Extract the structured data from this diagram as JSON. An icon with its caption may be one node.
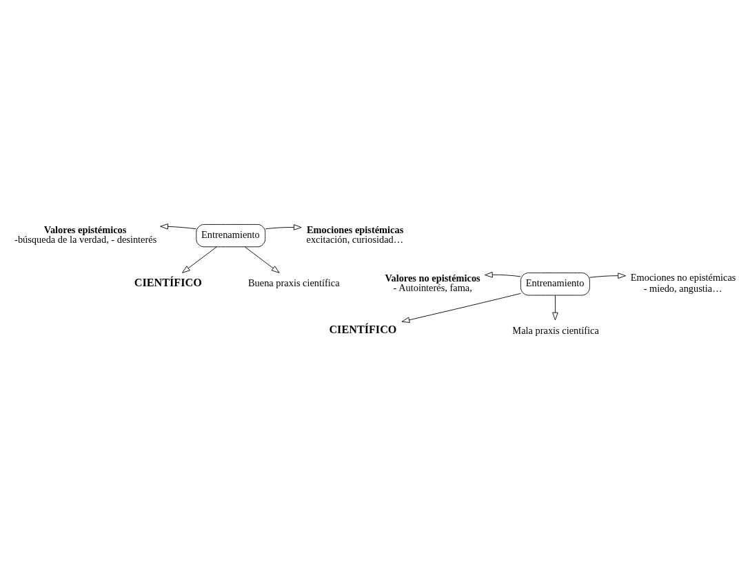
{
  "diagram": {
    "nodes": [
      {
        "text": [
          "CIENTÍFICO"
        ]
      },
      {
        "text": [
          "Valores epistémicos",
          "-búsqueda de la verdad, - desinterés"
        ]
      },
      {
        "text": [
          "Entrenamiento"
        ]
      },
      {
        "text": [
          "Emociones epistémicas",
          "excitación, curiosidad…"
        ]
      },
      {
        "text": [
          "Buena praxis científica"
        ]
      },
      {
        "text": [
          "CIENTÍFICO"
        ]
      },
      {
        "text": [
          "Valores no epistémicos",
          "- Autointerés, fama,"
        ]
      },
      {
        "text": [
          "Entrenamiento"
        ]
      },
      {
        "text": [
          "Emociones no epistémicas",
          "- miedo, angustia…"
        ]
      },
      {
        "text": [
          "Mala praxis científica"
        ]
      }
    ],
    "edges": [
      {
        "from": 2,
        "to": 0,
        "arrow": "to"
      },
      {
        "from": 2,
        "to": 1,
        "arrow": "to"
      },
      {
        "from": 2,
        "to": 3,
        "arrow": "to"
      },
      {
        "from": 2,
        "to": 4,
        "arrow": "to"
      },
      {
        "from": 7,
        "to": 5,
        "arrow": "to"
      },
      {
        "from": 7,
        "to": 6,
        "arrow": "to"
      },
      {
        "from": 7,
        "to": 8,
        "arrow": "to"
      },
      {
        "from": 7,
        "to": 9,
        "arrow": "to"
      }
    ]
  }
}
